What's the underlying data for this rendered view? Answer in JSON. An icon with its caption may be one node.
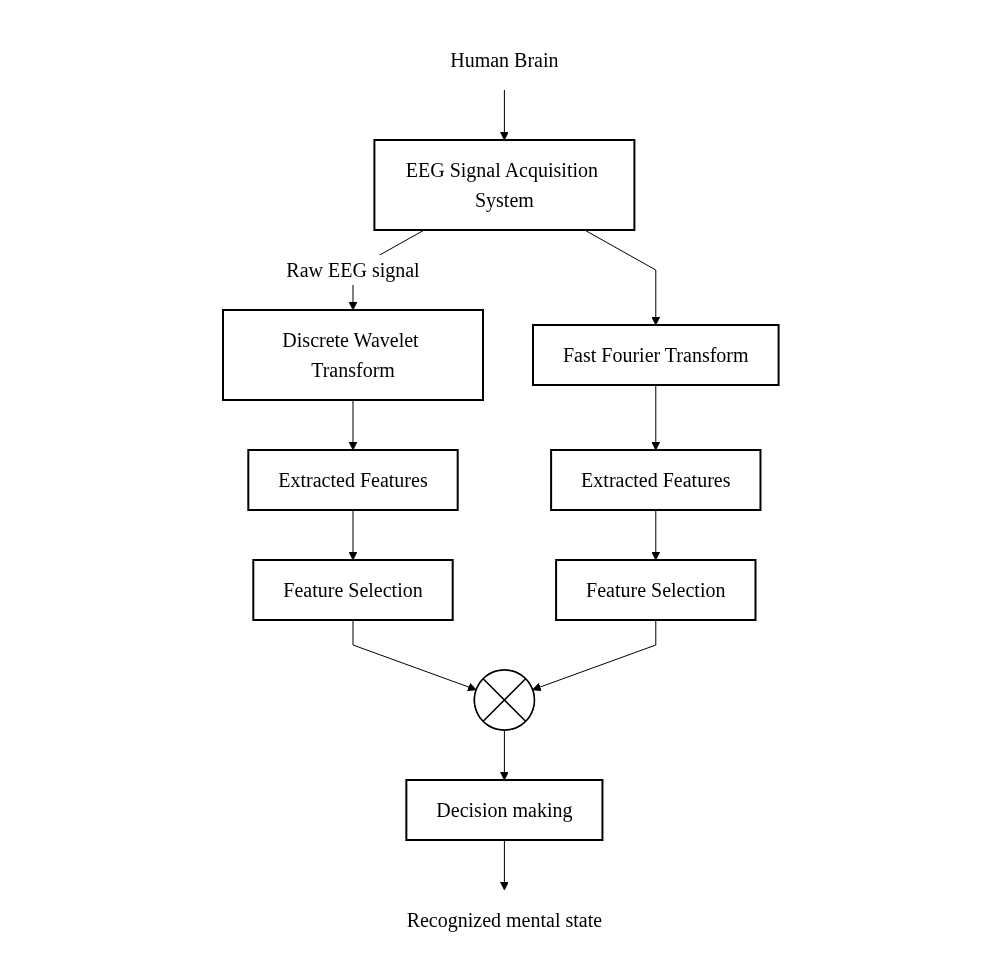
{
  "diagram": {
    "nodes": [
      {
        "text": [
          "Human Brain"
        ]
      },
      {
        "text": [
          "EEG Signal Acquisition System"
        ]
      },
      {
        "text": [
          "Discrete Wavelet Transform"
        ]
      },
      {
        "text": [
          "Fast Fourier Transform"
        ]
      },
      {
        "text": [
          "Extracted Features"
        ]
      },
      {
        "text": [
          "Extracted Features"
        ]
      },
      {
        "text": [
          "Feature Selection"
        ]
      },
      {
        "text": [
          "Feature Selection"
        ]
      },
      {
        "text": [],
        "shape": "circle"
      },
      {
        "text": [
          "Decision making"
        ]
      },
      {
        "text": [
          "Recognized mental state"
        ]
      }
    ],
    "edges": [
      {
        "from": 0,
        "to": 1,
        "arrow": "to"
      },
      {
        "from": 1,
        "to": 2,
        "arrow": "to",
        "label": "Raw EEG signal"
      },
      {
        "from": 1,
        "to": 3,
        "arrow": "to"
      },
      {
        "from": 2,
        "to": 4,
        "arrow": "to"
      },
      {
        "from": 3,
        "to": 5,
        "arrow": "to"
      },
      {
        "from": 4,
        "to": 6,
        "arrow": "to"
      },
      {
        "from": 5,
        "to": 7,
        "arrow": "to"
      },
      {
        "from": 6,
        "to": 8,
        "arrow": "to"
      },
      {
        "from": 7,
        "to": 8,
        "arrow": "to"
      },
      {
        "from": 8,
        "to": 9,
        "arrow": "to"
      },
      {
        "from": 9,
        "to": 10,
        "arrow": "to"
      }
    ]
  }
}
